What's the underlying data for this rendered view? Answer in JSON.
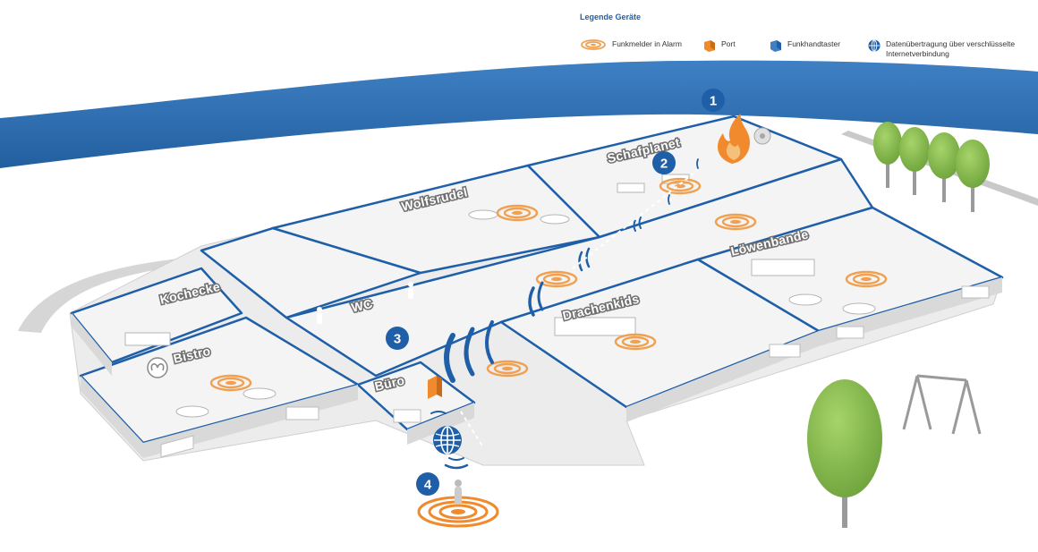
{
  "legend": {
    "title": "Legende Geräte",
    "items": [
      {
        "label": "Funkmelder in Alarm",
        "icon": "alarm-detector-icon"
      },
      {
        "label": "Port",
        "icon": "port-icon"
      },
      {
        "label": "Funkhandtaster",
        "icon": "hand-button-icon"
      },
      {
        "label": "Datenübertragung über verschlüsselte Internetverbindung",
        "icon": "globe-icon"
      }
    ]
  },
  "rooms": {
    "kochecke": "Kochecke",
    "bistro": "Bistro",
    "wc": "WC",
    "buero": "Büro",
    "wolfsrudel": "Wolfsrudel",
    "schafplanet": "Schafplanet",
    "drachenkids": "Drachenkids",
    "loewenbande": "Löwenbande"
  },
  "steps": [
    "1",
    "2",
    "3",
    "4"
  ],
  "colors": {
    "accent_blue": "#1f5fa8",
    "alarm_orange": "#f0a050",
    "port_orange": "#f08a2c",
    "water_blue": "#2f71b8",
    "tree_green": "#8cc152"
  }
}
